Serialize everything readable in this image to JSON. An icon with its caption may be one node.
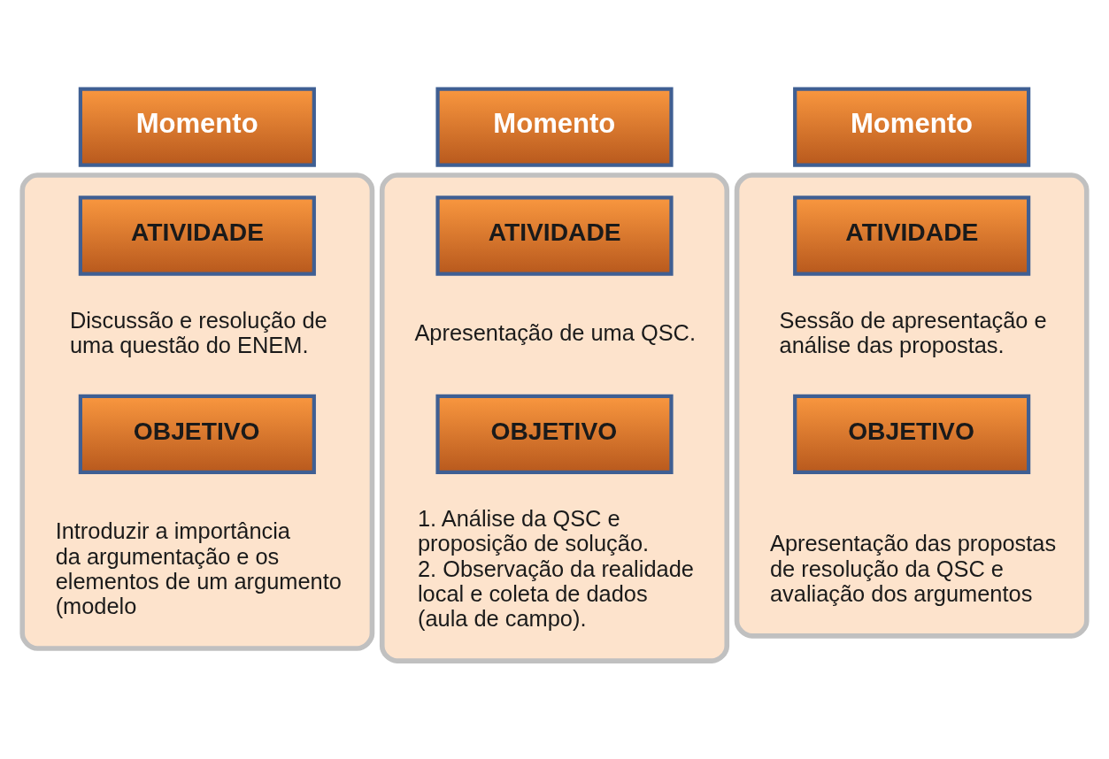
{
  "diagram": {
    "nodes": [
      {
        "text": [
          "Momento"
        ]
      },
      {
        "text": [
          "Momento"
        ]
      },
      {
        "text": [
          "Momento"
        ]
      },
      {
        "text": [
          "Discussão e resolução de uma questão do ENEM.",
          "Introduzir a importância da argumentação e os elementos de um argumento (modelo"
        ]
      },
      {
        "text": [
          "ATIVIDADE"
        ],
        "in": 3
      },
      {
        "text": [
          "OBJETIVO"
        ],
        "in": 3
      },
      {
        "text": [
          "Apresentação de uma QSC.",
          "1. Análise da QSC e proposição de solução.",
          "2. Observação da realidade local e coleta de dados (aula de campo)."
        ]
      },
      {
        "text": [
          "ATIVIDADE"
        ],
        "in": 6
      },
      {
        "text": [
          "OBJETIVO"
        ],
        "in": 6
      },
      {
        "text": [
          "Sessão de apresentação e análise das propostas.",
          "Apresentação das propostas de resolução da QSC e avaliação dos argumentos"
        ]
      },
      {
        "text": [
          "ATIVIDADE"
        ],
        "in": 9
      },
      {
        "text": [
          "OBJETIVO"
        ],
        "in": 9
      }
    ],
    "edges": []
  }
}
